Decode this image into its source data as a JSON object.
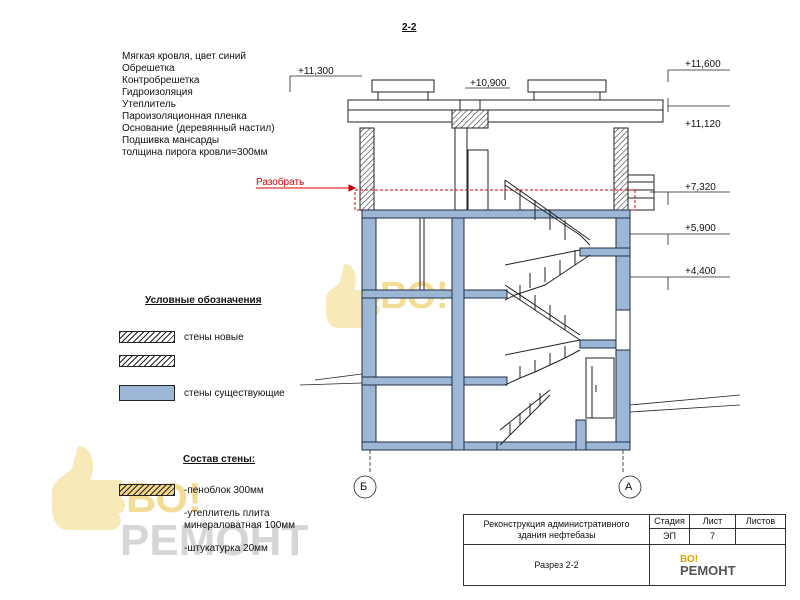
{
  "section_title": "2-2",
  "roof_layers": [
    "Мягкая кровля, цвет синий",
    "Обрешетка",
    "Контробрешетка",
    "Гидроизоляция",
    "Утеплитель",
    "Пароизоляционная пленка",
    "Основание (деревянный настил)",
    "Подшивка мансарды",
    "толщина пирога кровли=300мм"
  ],
  "levels": {
    "l1": "+11,300",
    "l2": "+10,900",
    "l3": "+11,600",
    "l4": "+11,120",
    "l5": "+7,320",
    "l6": "+5,900",
    "l7": "+4,400"
  },
  "dismantle_label": "Разобрать",
  "legend": {
    "heading": "Условные обозначения",
    "new_walls": "стены новые",
    "existing_walls": "стены существующие"
  },
  "wall_composition": {
    "heading": "Состав стены:",
    "items": [
      "-пеноблок 300мм",
      "-утеплитель плита",
      "минераловатная 100мм",
      "-штукатурка 20мм"
    ]
  },
  "axes": {
    "left": "Б",
    "right": "А"
  },
  "title_block": {
    "project": "Реконструкция административного здания нефтебазы",
    "sheet_name": "Разрез 2-2",
    "stage_h": "Стадия",
    "sheet_h": "Лист",
    "sheets_h": "Листов",
    "stage": "ЭП",
    "sheet": "7",
    "sheets": "",
    "logo_top": "ВО!",
    "logo_bottom": "РЕМОНТ"
  },
  "watermark": {
    "top": "ВО!",
    "bottom": "РЕМОНТ"
  },
  "colors": {
    "existing_wall": "#9cb6d6",
    "dismantle": "#d40000"
  }
}
